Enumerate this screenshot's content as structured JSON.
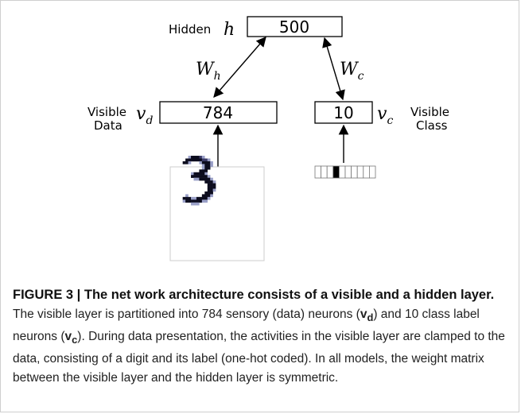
{
  "figure": {
    "hidden": {
      "label": "Hidden",
      "symbol": "h",
      "units": "500"
    },
    "visible_data": {
      "label_line1": "Visible",
      "label_line2": "Data",
      "symbol": "v",
      "symbol_sub": "d",
      "units": "784"
    },
    "visible_class": {
      "label_line1": "Visible",
      "label_line2": "Class",
      "symbol": "v",
      "symbol_sub": "c",
      "units": "10"
    },
    "weights": {
      "data": {
        "symbol": "W",
        "sub": "h"
      },
      "class": {
        "symbol": "W",
        "sub": "c"
      }
    },
    "one_hot": {
      "length": 10,
      "active_index": 3
    },
    "digit_shown": "3"
  },
  "caption": {
    "head": "FIGURE 3 | The net work architecture consists of a visible and a hidden layer.",
    "t1": " The visible layer is partitioned into 784 sensory (data) neurons (",
    "v1": "v",
    "s1": "d",
    "t2": ") and 10 class label neurons (",
    "v2": "v",
    "s2": "c",
    "t3": "). During data presentation, the activities in the visible layer are clamped to the data, consisting of a digit and its label (one-hot coded). In all models, the weight matrix between the visible layer and the hidden layer is symmetric."
  }
}
